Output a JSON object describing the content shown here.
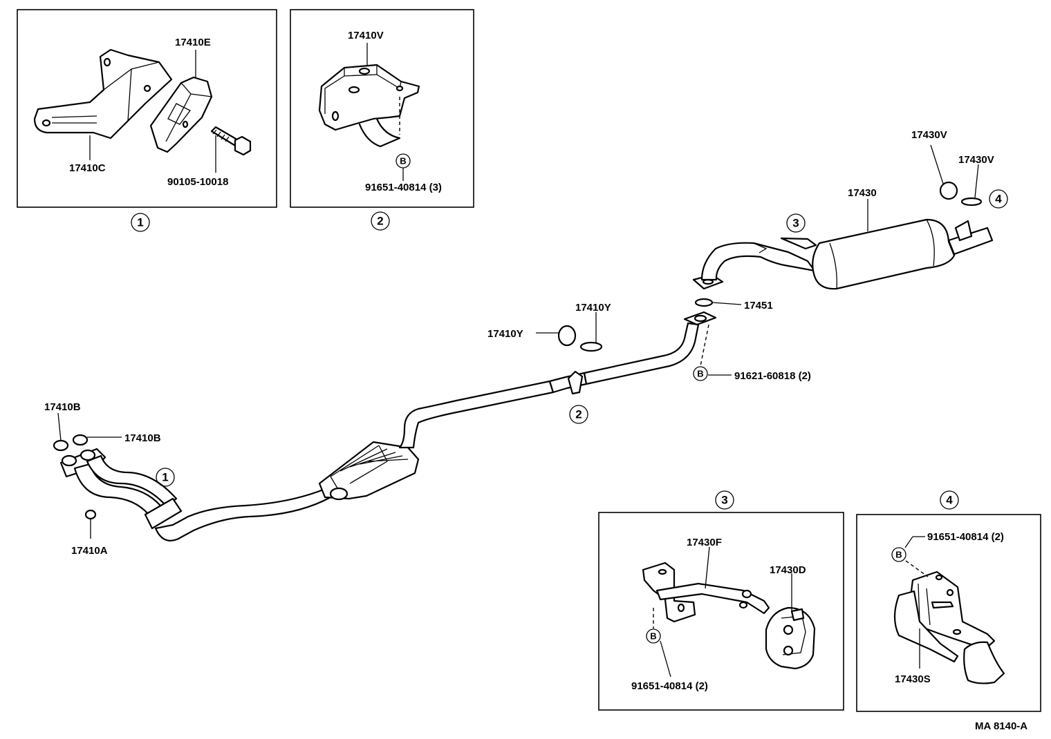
{
  "diagram_id": "MA 8140-A",
  "callouts": {
    "box1": "1",
    "box2": "2",
    "box3": "3",
    "box4": "4",
    "main1": "1",
    "main2": "2",
    "main3": "3",
    "main4": "4",
    "bolt": "B"
  },
  "detail_1": {
    "bracket": "17410E",
    "mount": "17410C",
    "bolt": "90105-10018"
  },
  "detail_2": {
    "bracket": "17410V",
    "bolt": "91651-40814 (3)"
  },
  "detail_3": {
    "hanger": "17430F",
    "cushion": "17430D",
    "bolt": "91651-40814 (2)"
  },
  "detail_4": {
    "bolt": "91651-40814 (2)",
    "bracket": "17430S"
  },
  "main": {
    "gasket_b_top": "17410B",
    "gasket_b_side": "17410B",
    "plug": "17410A",
    "gasket_y_ring": "17410Y",
    "gasket_y_flat": "17410Y",
    "gasket_mid": "17451",
    "bolt_mid": "91621-60818 (2)",
    "muffler": "17430",
    "ring_v1": "17430V",
    "ring_v2": "17430V"
  }
}
